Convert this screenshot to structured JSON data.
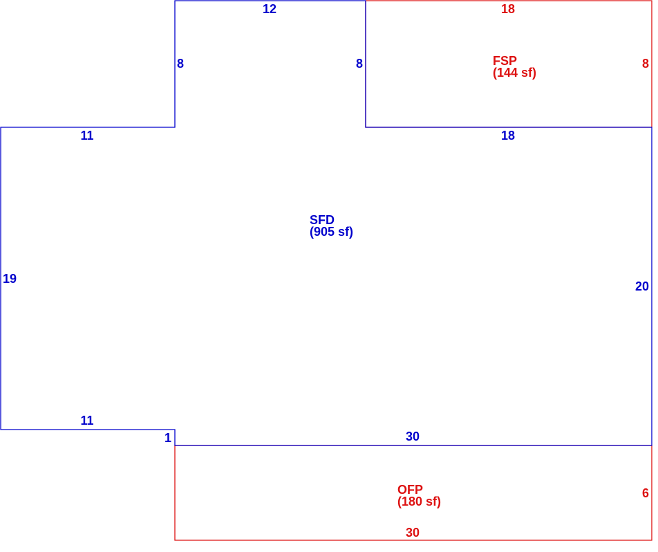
{
  "colors": {
    "sfd": "#0000cc",
    "porch": "#dd1111",
    "background": "#ffffff"
  },
  "areas": {
    "sfd": {
      "code": "SFD",
      "size": "(905 sf)"
    },
    "fsp": {
      "code": "FSP",
      "size": "(144 sf)"
    },
    "ofp": {
      "code": "OFP",
      "size": "(180 sf)"
    }
  },
  "dimensions": {
    "sfd_top_notch": "12",
    "sfd_notch_left": "8",
    "sfd_notch_right": "8",
    "sfd_upper_left": "11",
    "sfd_upper_right": "18",
    "sfd_left": "19",
    "sfd_right": "20",
    "sfd_lower_left": "11",
    "sfd_step": "1",
    "sfd_bottom": "30",
    "fsp_top": "18",
    "fsp_right": "8",
    "ofp_right": "6",
    "ofp_bottom": "30"
  }
}
